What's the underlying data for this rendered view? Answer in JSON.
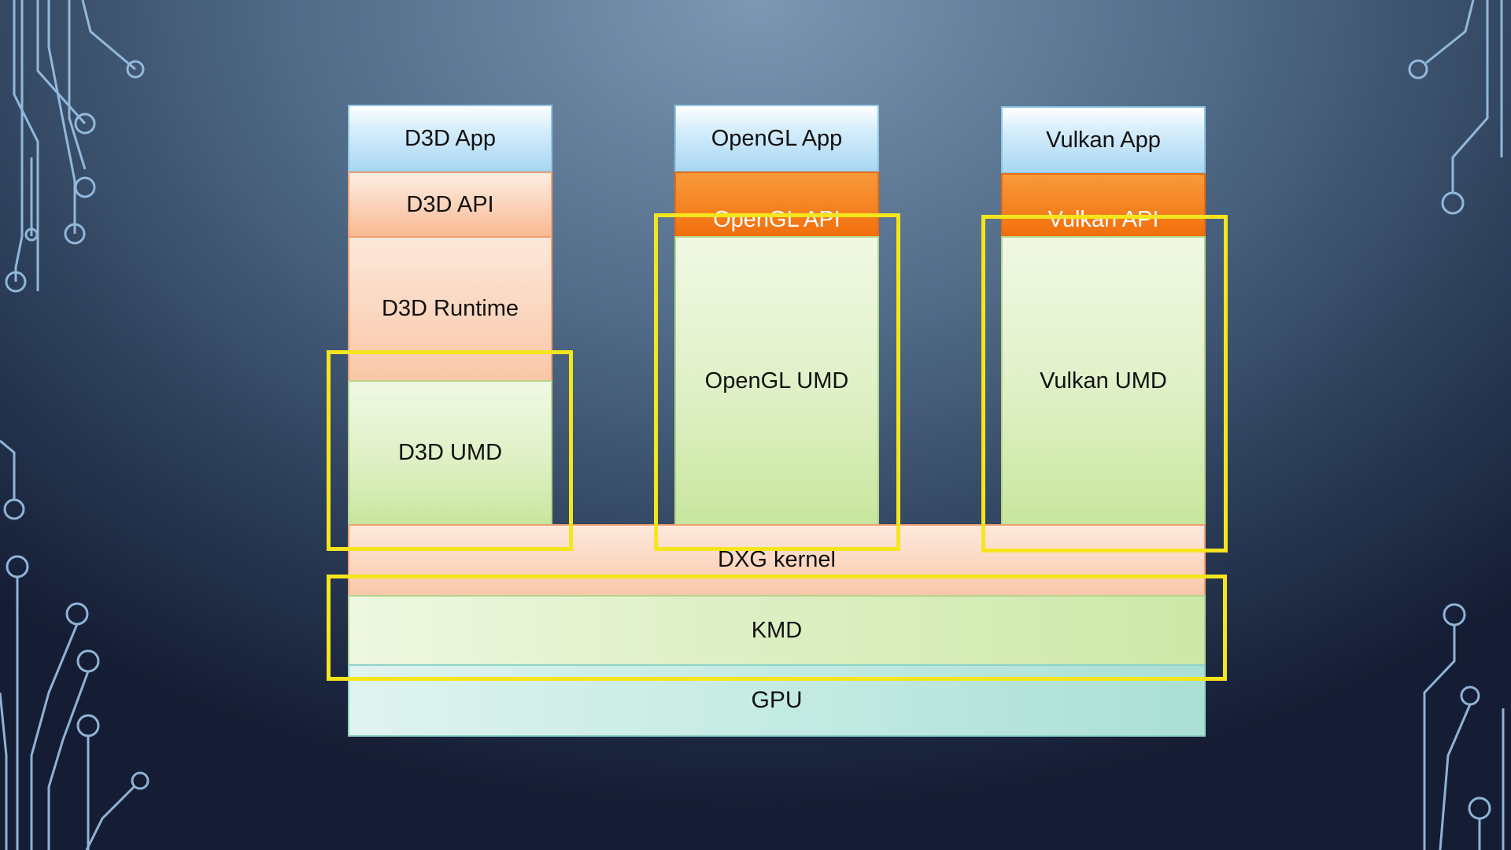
{
  "colors": {
    "highlight": "#f5e51d",
    "app_blue": "#a8d6f3",
    "api_peach": "#f9b992",
    "api_orange": "#f26f0c",
    "umd_green": "#c8e69e",
    "gpu_teal": "#aadfd5",
    "circuit_line": "#9cc4e8"
  },
  "stacks": {
    "d3d": {
      "app": "D3D App",
      "api": "D3D API",
      "runtime": "D3D Runtime",
      "umd": "D3D UMD"
    },
    "opengl": {
      "app": "OpenGL App",
      "api": "OpenGL API",
      "umd": "OpenGL UMD"
    },
    "vulkan": {
      "app": "Vulkan App",
      "api": "Vulkan API",
      "umd": "Vulkan UMD"
    }
  },
  "shared": {
    "dxg": "DXG kernel",
    "kmd": "KMD",
    "gpu": "GPU"
  },
  "highlight_boxes": [
    "D3D UMD",
    "OpenGL API + OpenGL UMD",
    "Vulkan API + Vulkan UMD",
    "KMD"
  ]
}
